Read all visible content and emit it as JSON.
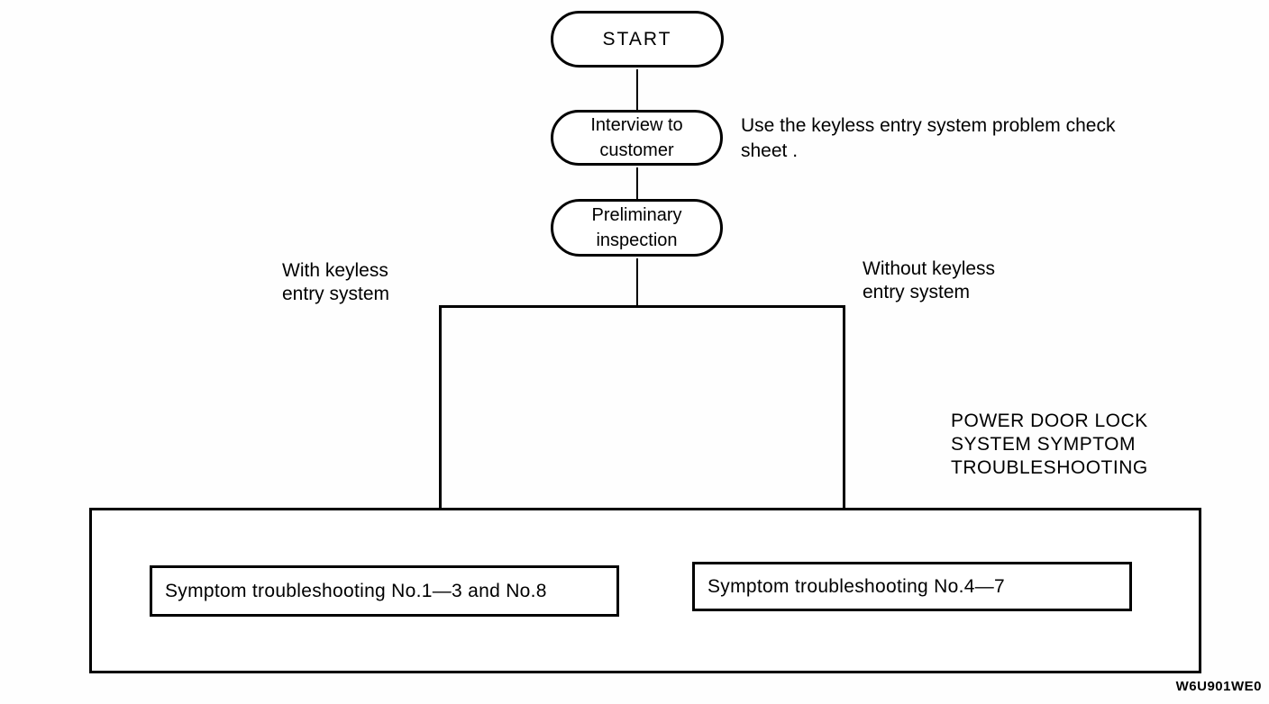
{
  "figure": {
    "colors": {
      "line": "#000000",
      "background": "#ffffff",
      "text": "#000000"
    },
    "nodes": {
      "start": "START",
      "interview": "Interview to\ncustomer",
      "preliminary": "Preliminary\ninspection"
    },
    "notes": {
      "interview_note": "Use the keyless entry system problem check\nsheet .",
      "group_label": "POWER DOOR LOCK\nSYSTEM SYMPTOM\nTROUBLESHOOTING"
    },
    "branches": {
      "left_label": "With keyless\nentry system",
      "right_label": "Without keyless\nentry system"
    },
    "outcomes": {
      "left": "Symptom troubleshooting No.1—3 and No.8",
      "right": "Symptom troubleshooting No.4—7"
    },
    "figure_code": "W6U901WE0"
  }
}
